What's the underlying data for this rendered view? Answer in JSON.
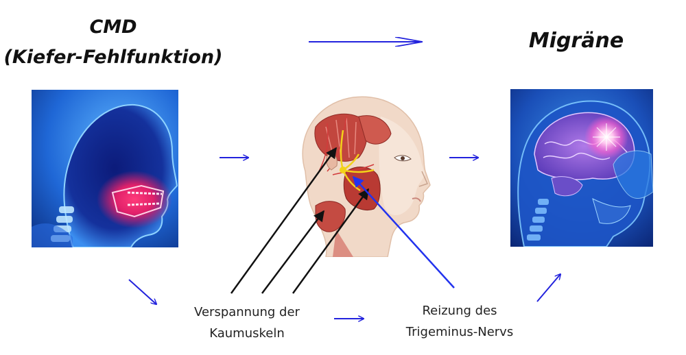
{
  "titles": {
    "cmd_line1": "CMD",
    "cmd_line2": "(Kiefer-Fehlfunktion)",
    "migraine": "Migräne"
  },
  "labels": {
    "muscle_line1": "Verspannung der",
    "muscle_line2": "Kaumuskeln",
    "nerve_line1": "Reizung des",
    "nerve_line2": "Trigeminus-Nervs"
  },
  "images": {
    "cmd": "x-ray-jaw-head-illustration",
    "head": "head-muscles-nerves-anatomy-illustration",
    "brain": "migraine-brain-illustration"
  },
  "colors": {
    "flow_arrow": "#2222dd",
    "pointer_black": "#111111",
    "pointer_blue": "#2233ee",
    "text": "#111111"
  }
}
